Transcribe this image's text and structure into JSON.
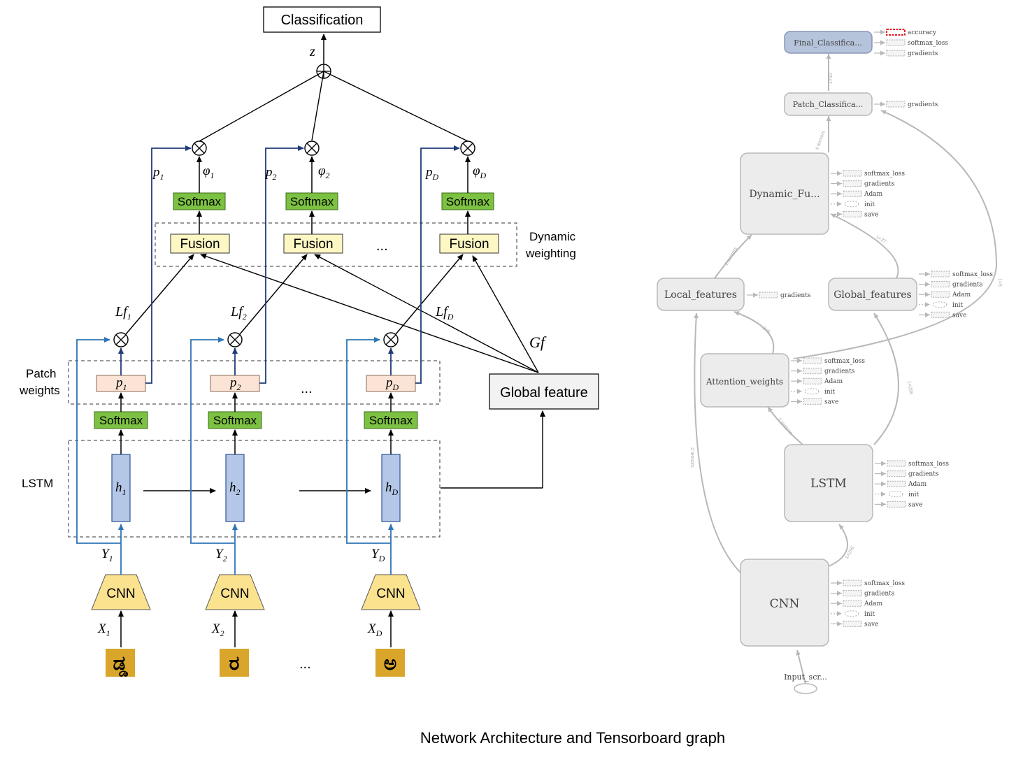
{
  "caption": "Network Architecture and Tensorboard graph",
  "architecture": {
    "classification_label": "Classification",
    "z_label": "z",
    "global_feature_label": "Global feature",
    "gf_label": "Gf",
    "softmax_label": "Softmax",
    "fusion_label": "Fusion",
    "cnn_label": "CNN",
    "dynamic_weighting_label": "Dynamic weighting",
    "patch_weights_label": "Patch weights",
    "lstm_label": "LSTM",
    "ellipsis": "...",
    "columns": [
      {
        "p": "p",
        "p_sub": "1",
        "phi": "φ",
        "phi_sub": "1",
        "lf": "Lf",
        "lf_sub": "1",
        "h": "h",
        "h_sub": "1",
        "y": "Y",
        "y_sub": "1",
        "x": "X",
        "x_sub": "1",
        "glyph": "ಡ್ಡ"
      },
      {
        "p": "p",
        "p_sub": "2",
        "phi": "φ",
        "phi_sub": "2",
        "lf": "Lf",
        "lf_sub": "2",
        "h": "h",
        "h_sub": "2",
        "y": "Y",
        "y_sub": "2",
        "x": "X",
        "x_sub": "2",
        "glyph": "ರ"
      },
      {
        "p": "p",
        "p_sub": "D",
        "phi": "φ",
        "phi_sub": "D",
        "lf": "Lf",
        "lf_sub": "D",
        "h": "h",
        "h_sub": "D",
        "y": "Y",
        "y_sub": "D",
        "x": "X",
        "x_sub": "D",
        "glyph": "ಅ"
      }
    ]
  },
  "tensorboard": {
    "nodes": {
      "final": "Final_Classifica...",
      "patch": "Patch_Classifica...",
      "dynamic": "Dynamic_Fu...",
      "local": "Local_features",
      "global": "Global_features",
      "attention": "Attention_weights",
      "lstm": "LSTM",
      "cnn": "CNN",
      "input": "Input_scr..."
    },
    "ports": {
      "accuracy": "accuracy",
      "softmax_loss": "softmax_loss",
      "gradients": "gradients",
      "adam": "Adam",
      "init": "init",
      "save": "save"
    },
    "edge_labels": {
      "final_in": "1×10",
      "patch_in": "4 tensors",
      "dynamic_in": "2 tensors",
      "global_to_dynamic": "1×37",
      "attention_to_local": "2×5",
      "lstm_to_attention": "3 tensors",
      "lstm_to_global": "1×256",
      "cnn_to_local": "2 tensors",
      "cnn_to_lstm": "1×256",
      "right_loop": "1×5"
    },
    "colors": {
      "node_fill": "#ececec",
      "node_stroke": "#b8b8b8",
      "final_fill": "#b5c3db",
      "accuracy_red": "#e8202a",
      "accuracy_text": "#3b7dd8"
    }
  },
  "colors": {
    "softmax_fill": "#7dc142",
    "fusion_fill": "#fdf7c4",
    "patch_fill": "#fbe4d5",
    "h_fill": "#b4c7e7",
    "cnn_fill": "#fbe28f",
    "blue_arrow": "#2e75b6",
    "navy_arrow": "#1f3a7a"
  }
}
